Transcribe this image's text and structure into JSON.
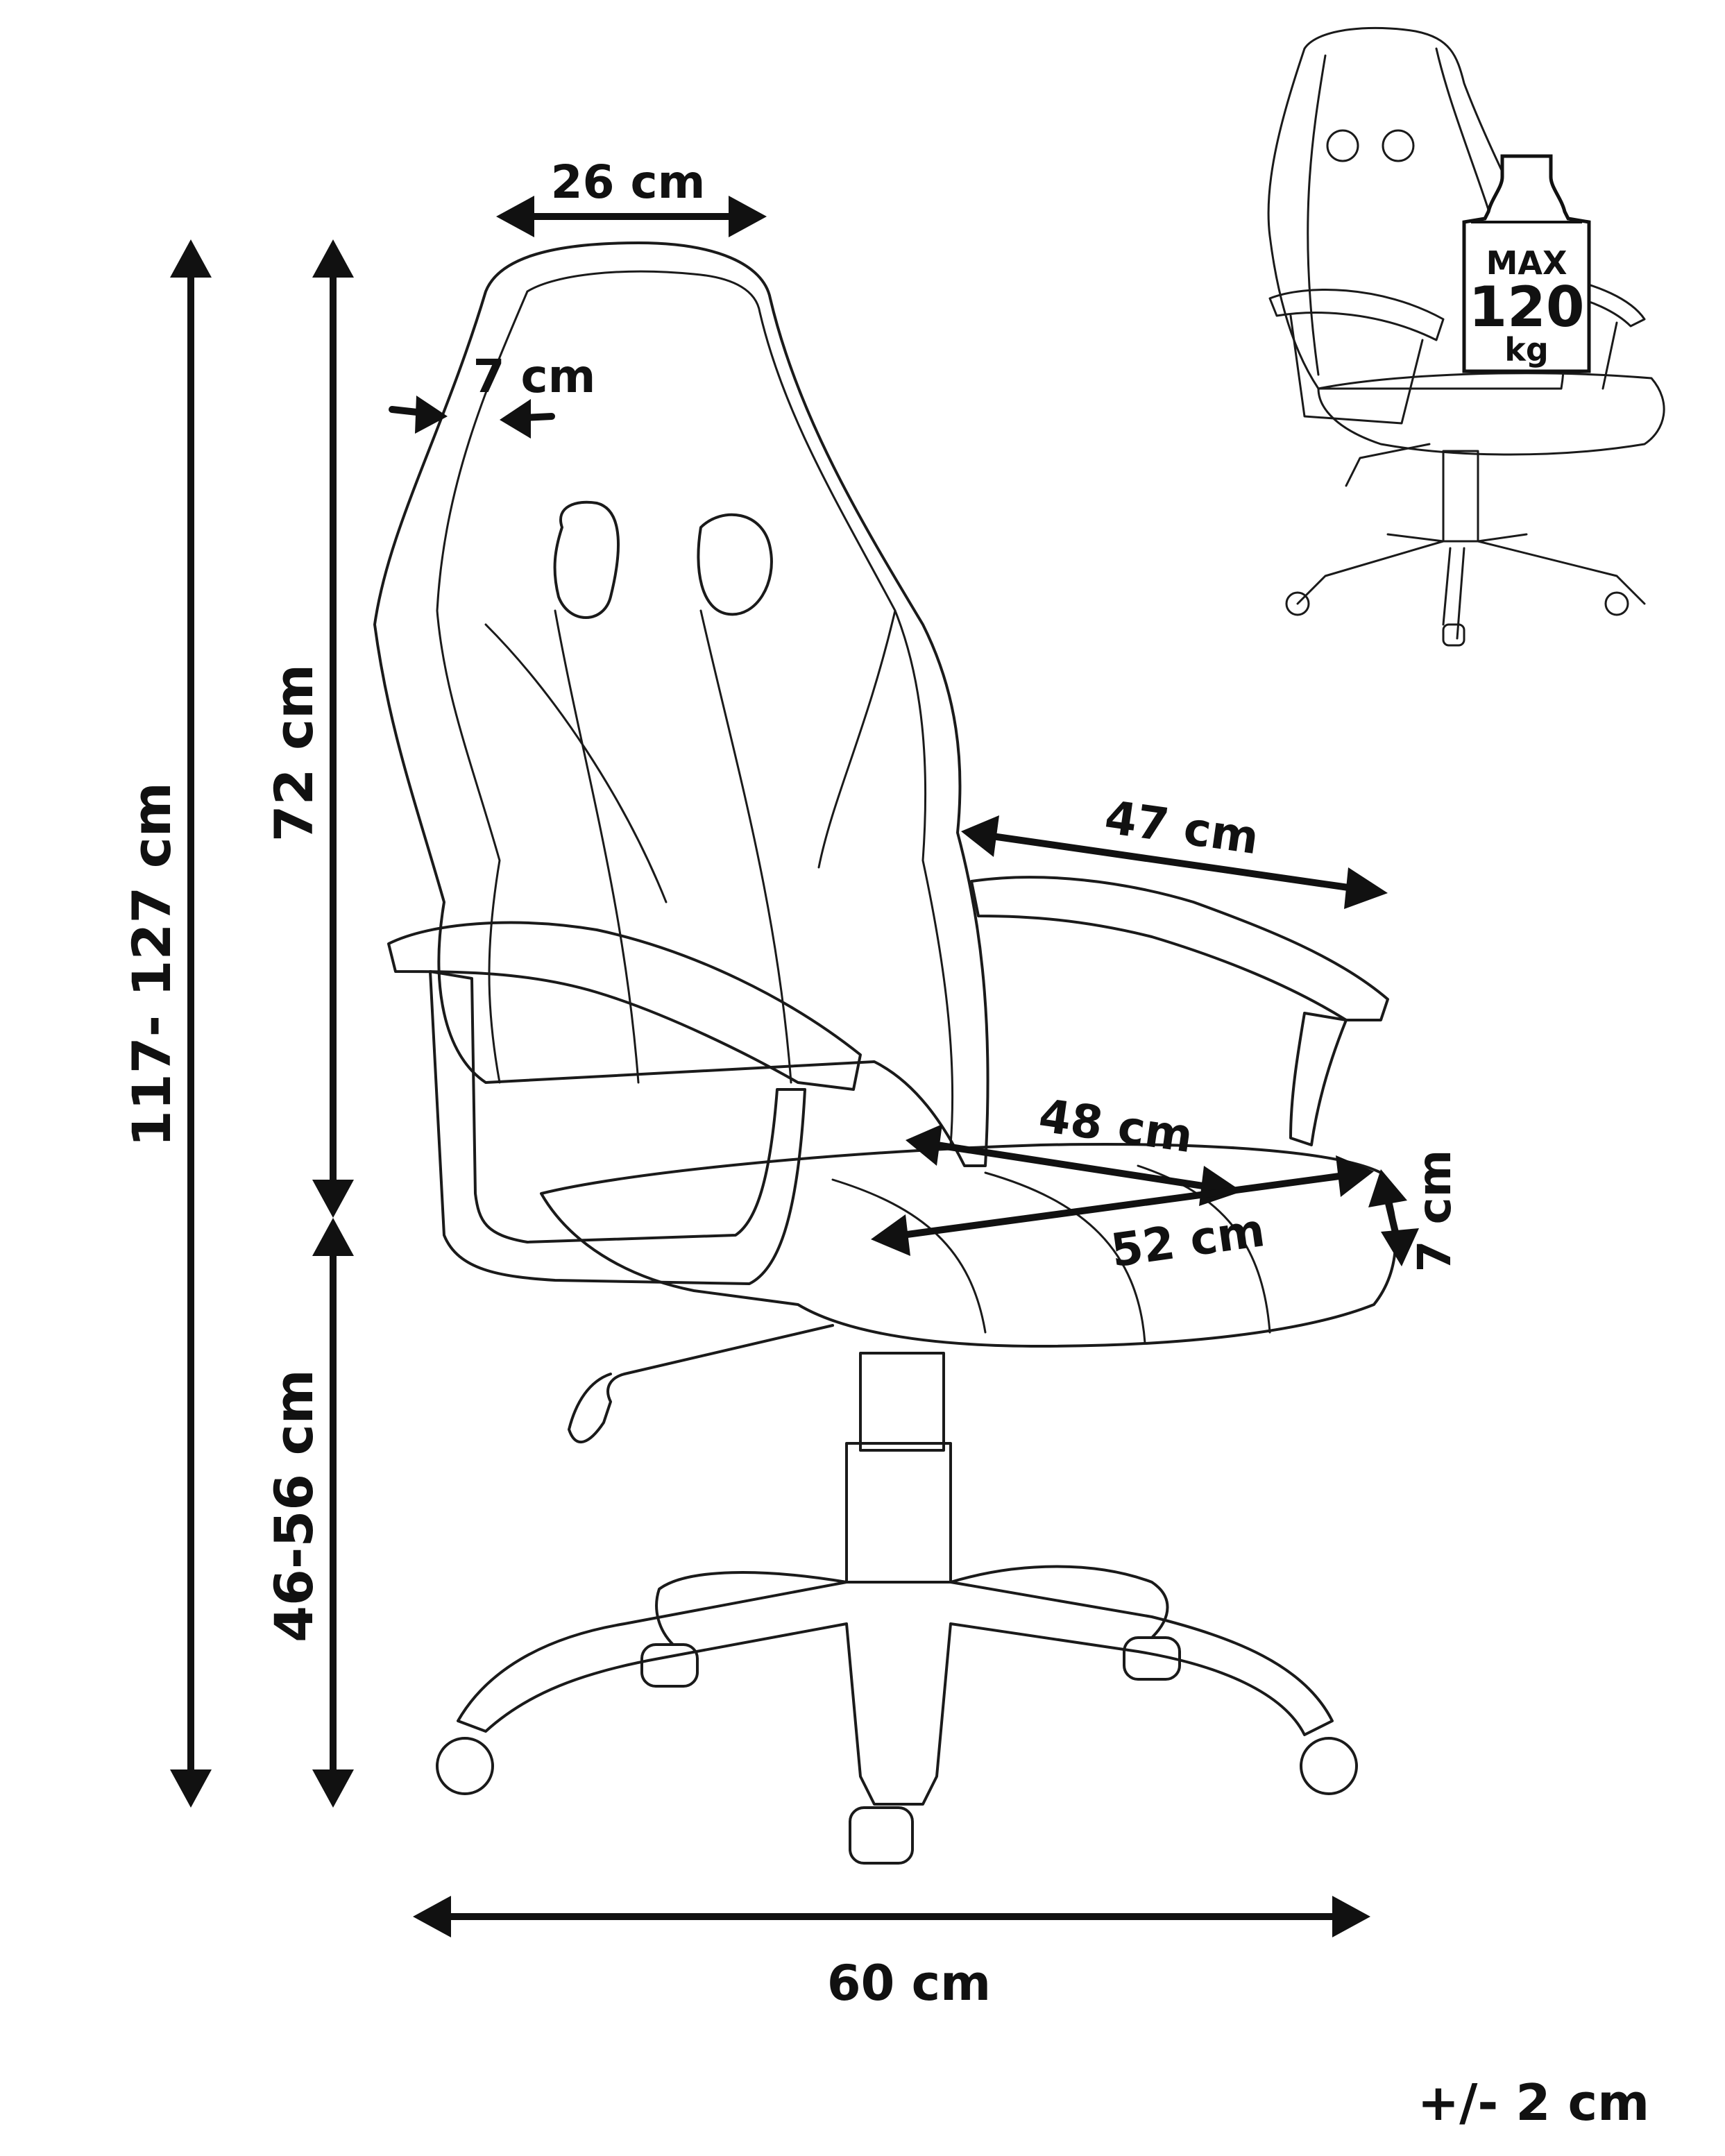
{
  "dimensions": {
    "backrest_top_width": "26 cm",
    "headrest_thickness": "7 cm",
    "backrest_height": "72 cm",
    "total_height": "117- 127 cm",
    "seat_height": "46-56 cm",
    "armrest_spacing": "47 cm",
    "seat_depth": "48 cm",
    "seat_width": "52 cm",
    "seat_thickness": "7 cm",
    "base_width": "60 cm"
  },
  "load_badge": {
    "line1": "MAX",
    "line2": "120",
    "line3": "kg"
  },
  "tolerance": "+/- 2 cm",
  "colors": {
    "ink": "#111111",
    "background": "#ffffff"
  }
}
